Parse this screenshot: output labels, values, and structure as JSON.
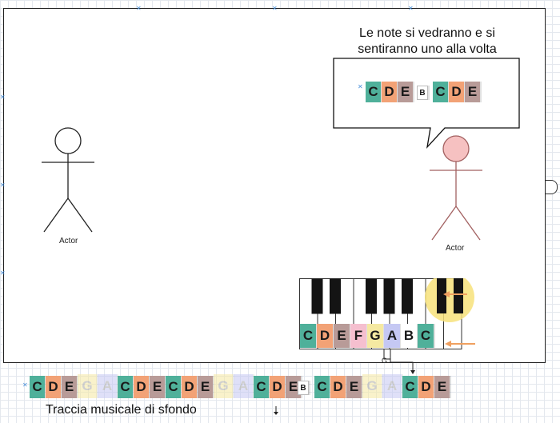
{
  "colors": {
    "C": "#4fb09a",
    "D": "#f2a276",
    "E": "#b89b98",
    "F": "#f5bfcf",
    "G": "#f5e9a2",
    "A": "#c5c8f3",
    "B": "#ffffff",
    "highlight": "#f7e27a",
    "arrow": "#f0a060",
    "actor_line": "#222222",
    "actor2_line": "#a26060",
    "actor2_head": "#f6c1c1"
  },
  "actor_left": {
    "label": "Actor"
  },
  "actor_right": {
    "label": "Actor"
  },
  "bubble": {
    "text": "Le note si vedranno e si sentiranno uno alla volta"
  },
  "bubble_notes": [
    "C",
    "D",
    "E",
    "B",
    "C",
    "D",
    "E"
  ],
  "piano": {
    "keys": [
      "C",
      "D",
      "E",
      "F",
      "G",
      "A",
      "B",
      "C"
    ],
    "pointer_label": "G"
  },
  "track": {
    "label": "Traccia musicale di sfondo",
    "groups": [
      [
        "C",
        "D",
        "E",
        "G",
        "A",
        "C",
        "D",
        "E"
      ],
      [
        "C",
        "D",
        "E",
        "G",
        "A",
        "C",
        "D",
        "E"
      ],
      [
        "B"
      ],
      [
        "C",
        "D",
        "E",
        "G",
        "A",
        "C",
        "D",
        "E"
      ]
    ]
  }
}
